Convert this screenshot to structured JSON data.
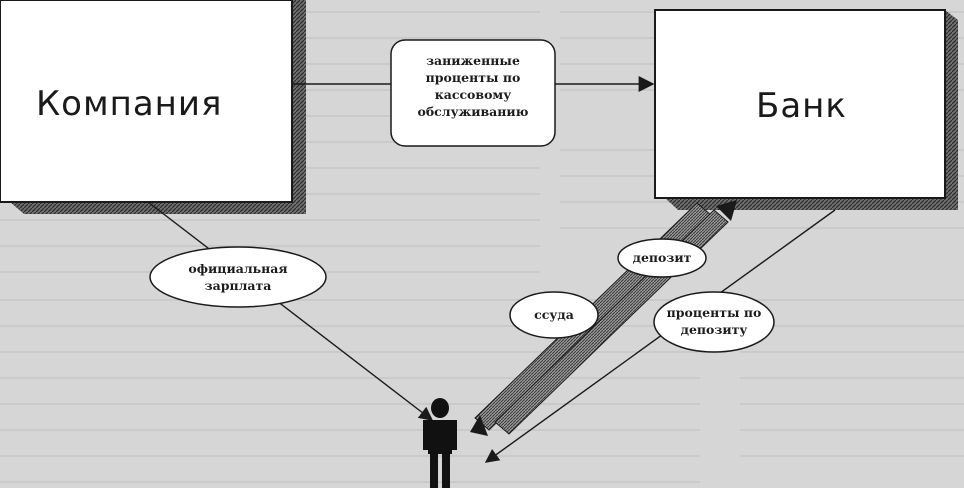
{
  "nodes": {
    "company": "Компания",
    "bank": "Банк"
  },
  "notes": {
    "interest_cash": "заниженные\nпроценты по\nкассовому\nобслуживанию",
    "salary": "официальная\nзарплата",
    "deposit": "депозит",
    "loan": "ссуда",
    "deposit_interest": "проценты по\nдепозиту"
  },
  "icons": {
    "person": "person-icon"
  },
  "colors": {
    "page": "#d6d6d6",
    "box_fill": "#ffffff",
    "shadow": "#4a4a4a",
    "line": "#1a1a1a"
  }
}
